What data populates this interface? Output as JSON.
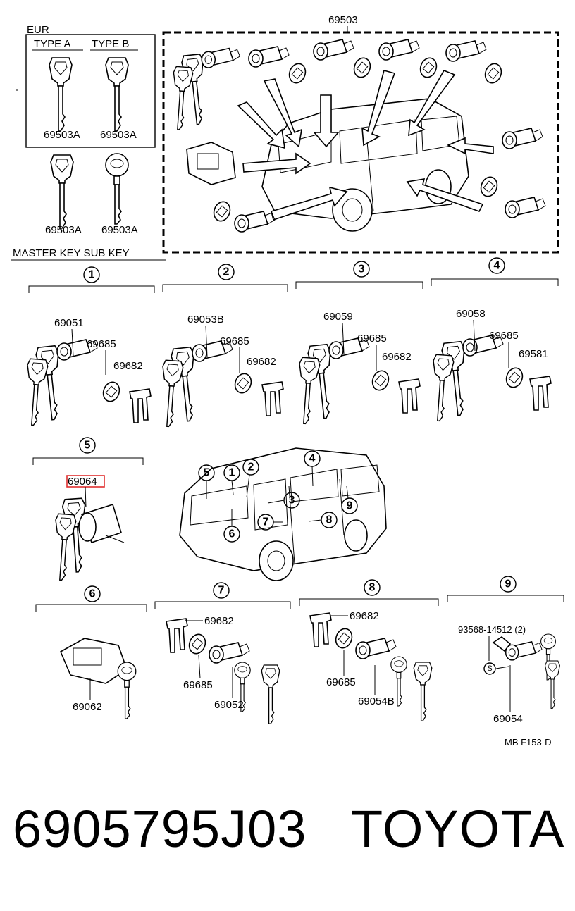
{
  "header": {
    "region": "EUR",
    "type_a": "TYPE A",
    "type_b": "TYPE B",
    "key_caption": "MASTER KEY  SUB KEY"
  },
  "group_main": "69503",
  "keys": [
    "69503A",
    "69503A",
    "69503A",
    "69503A"
  ],
  "sections": [
    {
      "num": "1",
      "parts": [
        "69051",
        "69685",
        "69682"
      ]
    },
    {
      "num": "2",
      "parts": [
        "69053B",
        "69685",
        "69682"
      ]
    },
    {
      "num": "3",
      "parts": [
        "69059",
        "69685",
        "69682"
      ]
    },
    {
      "num": "4",
      "parts": [
        "69058",
        "69685",
        "69581"
      ]
    },
    {
      "num": "5",
      "parts": [
        "69064"
      ]
    },
    {
      "num": "6",
      "parts": [
        "69062"
      ]
    },
    {
      "num": "7",
      "parts": [
        "69682",
        "69685",
        "69052"
      ]
    },
    {
      "num": "8",
      "parts": [
        "69682",
        "69685",
        "69054B"
      ]
    },
    {
      "num": "9",
      "parts": [
        "93568-14512 (2)",
        "69054"
      ]
    }
  ],
  "van_callouts": [
    "5",
    "1",
    "2",
    "4",
    "3",
    "9",
    "7",
    "8",
    "6"
  ],
  "screw_symbol": "S",
  "highlighted_part": "69064",
  "ref_code": "MB  F153-D",
  "footer": {
    "part_number": "6905795J03",
    "brand": "TOYOTA"
  },
  "colors": {
    "highlight": "#e03030",
    "line": "#000000",
    "background": "#ffffff"
  }
}
